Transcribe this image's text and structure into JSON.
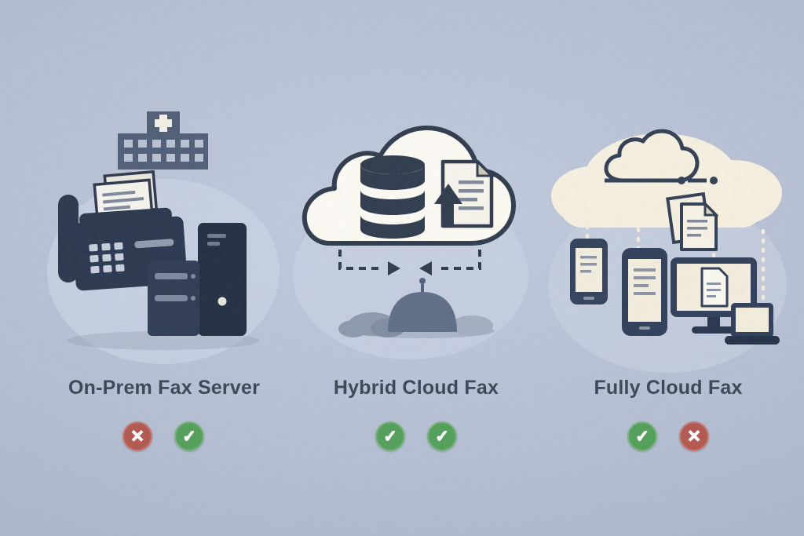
{
  "page": {
    "background_color": "#b3bdcf"
  },
  "colors": {
    "background": "#b3bdcf",
    "check_green": "#4f9e55",
    "cross_red": "#b2544a",
    "ink": "#2b3848",
    "cloud_cream": "#f7f1df",
    "label_text": "#38424f"
  },
  "columns": [
    {
      "id": "on-prem",
      "label": "On-Prem Fax Server",
      "illustration": "hospital building with fax machine and on-premise server tower",
      "status": [
        "cross",
        "check"
      ]
    },
    {
      "id": "hybrid",
      "label": "Hybrid Cloud Fax",
      "illustration": "cloud with database and document syncing with an on-site server",
      "status": [
        "check",
        "check"
      ]
    },
    {
      "id": "fully-cloud",
      "label": "Fully Cloud Fax",
      "illustration": "cloud network delivering faxes to phones, documents, desktop and laptop",
      "status": [
        "check",
        "cross"
      ]
    }
  ]
}
